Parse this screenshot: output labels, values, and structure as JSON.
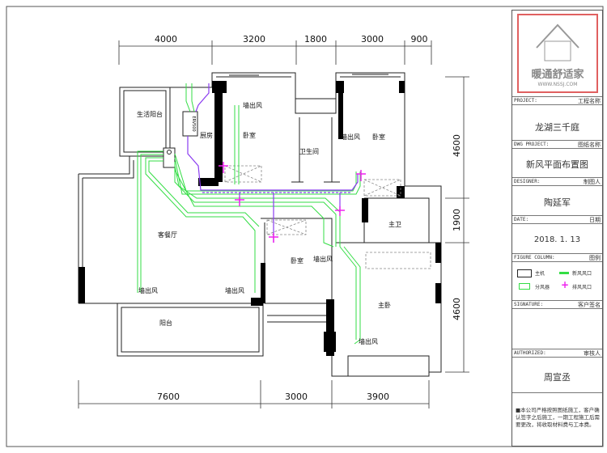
{
  "dimensions": {
    "top": [
      "4000",
      "3200",
      "1800",
      "3000",
      "900"
    ],
    "right": [
      "4600",
      "1900",
      "4600"
    ],
    "bottom": [
      "7600",
      "3000",
      "3900"
    ]
  },
  "rooms": {
    "utility_balcony": "生活阳台",
    "kitchen": "厨房",
    "bedroom_1": "卧室",
    "bathroom": "卫生间",
    "bedroom_2": "卧室",
    "living_dining": "客餐厅",
    "bedroom_3": "卧室",
    "balcony": "阳台",
    "master_bath": "主卫",
    "master_bedroom": "主卧"
  },
  "unit_label": "ERV500",
  "outlet_label": "墙出风",
  "title_block": {
    "logo_text": "暖通舒适家",
    "logo_url": "WWW.NSSJ.COM",
    "project_label_en": "PROJECT:",
    "project_label_cn": "工程名称",
    "project": "龙湖三千庭",
    "dwg_label_en": "DWG PROJECT:",
    "dwg_label_cn": "图纸名称",
    "dwg": "新风平面布置图",
    "designer_label_en": "DESIGNER:",
    "designer_label_cn": "制图人",
    "designer": "陶延军",
    "date_label_en": "DATE:",
    "date_label_cn": "日期",
    "date": "2018. 1. 13",
    "figure_label_en": "FIGURE COLUMN:",
    "figure_label_cn": "图例",
    "legend": [
      "主机",
      "新风风口",
      "分风器",
      "排风风口"
    ],
    "signature_label_en": "SIGNATURE:",
    "signature_label_cn": "客户签名",
    "authorized_label_en": "AUTHORIZED:",
    "authorized_label_cn": "审核人",
    "authorized": "周宣丞",
    "note": "■本公司严格按照图纸施工，客户确认签字之后施工，一期工程施工后需要更改，将收取材料费与工本费。"
  },
  "colors": {
    "supply_duct": "#33dd44",
    "exhaust_duct": "#8a3cf0",
    "exhaust_outlet": "#ee22ee",
    "wall": "#000000",
    "logo_border": "#e06060"
  }
}
